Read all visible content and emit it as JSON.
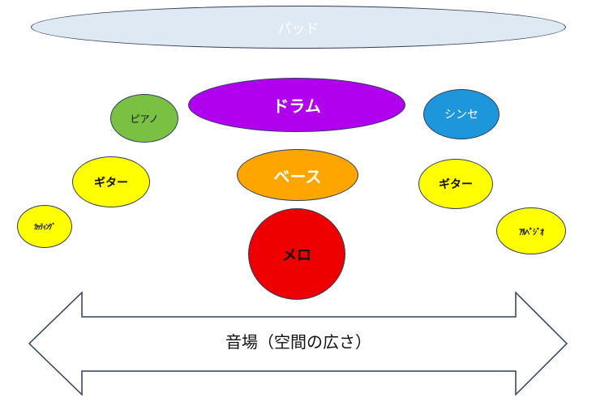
{
  "instruments": {
    "pad": "パッド",
    "drum": "ドラム",
    "piano": "ピアノ",
    "synth": "シンセ",
    "guitar_left": "ギター",
    "bass": "ベース",
    "guitar_right": "ギター",
    "cutting": "ｶｯﾃｨﾝｸﾞ",
    "arpeggio": "ｱﾙﾍﾟｼﾞｵ",
    "melo": "メロ"
  },
  "arrow": {
    "label": "音場（空間の広さ）"
  },
  "colors": {
    "pad": "#dfe9f3",
    "drum": "#b000ee",
    "piano": "#7ac143",
    "synth": "#1e96dc",
    "guitar": "#ffff00",
    "bass": "#ffa500",
    "melo": "#ee0000",
    "outline": "#2f3f5c"
  }
}
